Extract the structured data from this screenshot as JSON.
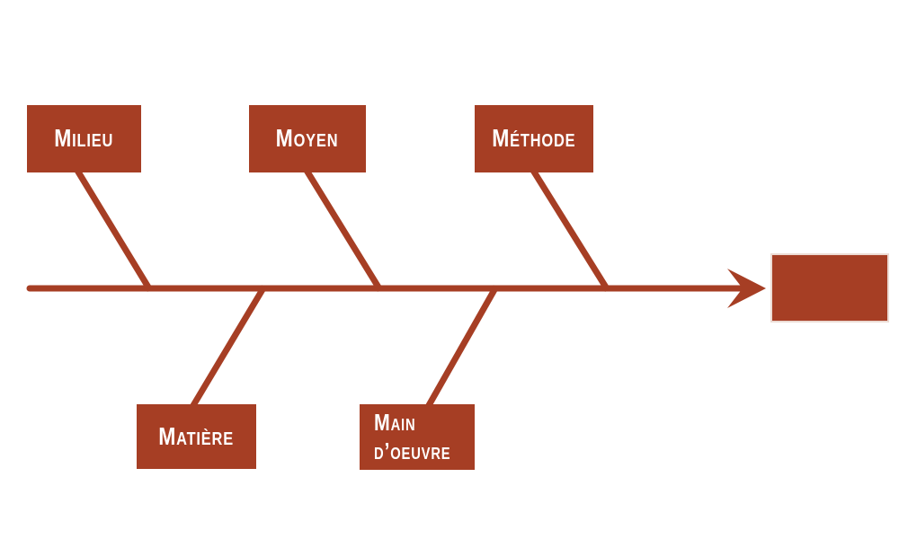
{
  "colors": {
    "accent": "#A63E24",
    "label_text": "#FFFFFF",
    "background": "#FFFFFF",
    "effect_box_border": "#ECDBD4"
  },
  "diagram": {
    "type": "fishbone-ishikawa-cause-effect",
    "top_categories": [
      {
        "label": "Milieu"
      },
      {
        "label": "Moyen"
      },
      {
        "label": "Méthode"
      }
    ],
    "bottom_categories": [
      {
        "label": "Matière"
      },
      {
        "label": "Main d’oeuvre"
      }
    ],
    "effect_label": ""
  }
}
